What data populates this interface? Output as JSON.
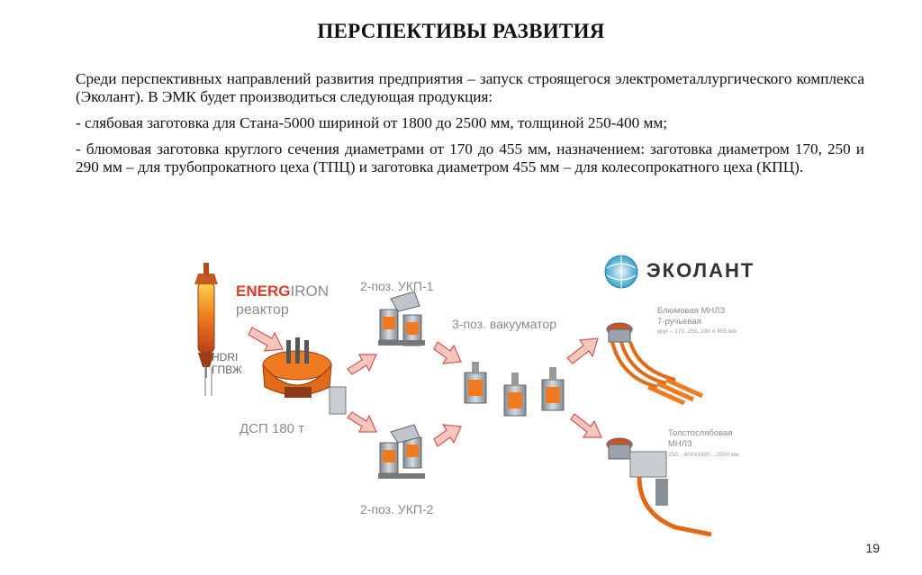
{
  "slide": {
    "title": "ПЕРСПЕКТИВЫ РАЗВИТИЯ",
    "paragraphs": [
      "Среди перспективных направлений развития предприятия – запуск строящегося электрометаллургического комплекса (Эколант). В ЭМК будет производиться следующая продукция:",
      "- слябовая заготовка для Стана-5000 шириной от 1800 до 2500 мм, толщиной 250-400 мм;",
      "- блюмовая заготовка круглого сечения диаметрами от 170 до 455 мм, назначением: заготовка диаметром 170, 250 и 290 мм – для трубопрокатного цеха (ТПЦ) и заготовка диаметром 455 мм – для колесопрокатного цеха (КПЦ)."
    ],
    "page_number": "19"
  },
  "diagram": {
    "logo": "ЭКОЛАНТ",
    "energ": "ENERG",
    "iron": "IRON",
    "reactor": "реактор",
    "hdri": "HDRI",
    "gpvzh": "ГПВЖ",
    "dsp": "ДСП 180 т",
    "ukp1": "2-поз. УКП-1",
    "ukp2": "2-поз. УКП-2",
    "vacuum": "3-поз. вакууматор",
    "bloom_title_1": "Блюмовая МНЛЗ",
    "bloom_title_2": "7-ручьевая",
    "bloom_sizes": "круг – 170, 250, 290 и 455 мм",
    "slab_title_1": "Толстослябовая",
    "slab_title_2": "МНЛЗ",
    "slab_sizes": "250…400Х1800…2500 мм"
  },
  "colors": {
    "arrow_fill": "#f4c6c0",
    "arrow_stroke": "#d9534f",
    "energ_red": "#d93b2b",
    "metal_gray": "#9aa3ad",
    "molten_orange": "#f07a1f"
  }
}
